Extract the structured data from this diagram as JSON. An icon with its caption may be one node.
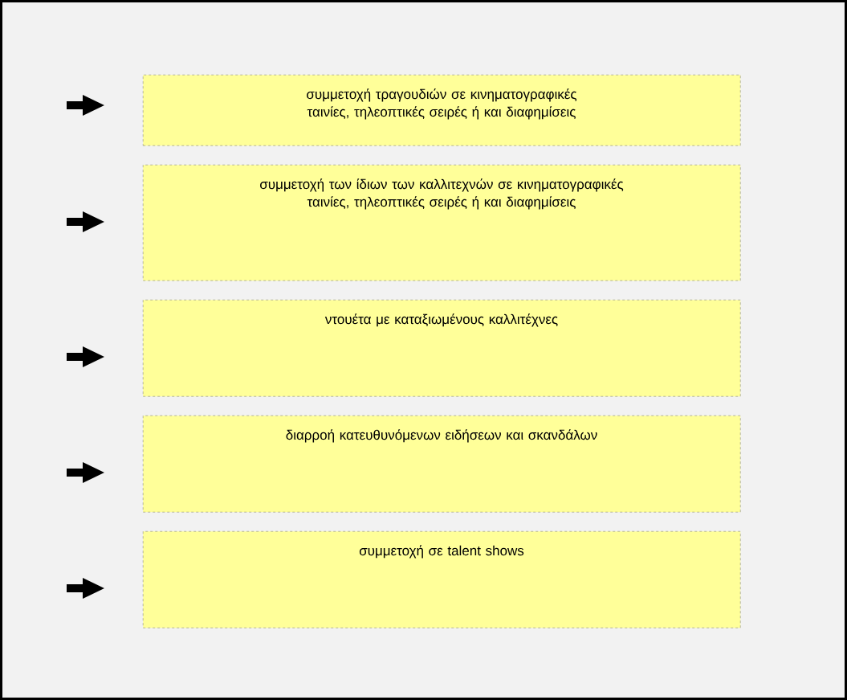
{
  "diagram": {
    "nodes": [
      {
        "text": [
          "συμμετοχή τραγουδιών σε κινηματογραφικές ταινίες, τηλεοπτικές σειρές ή και διαφημίσεις"
        ]
      },
      {
        "text": [
          "συμμετοχή των ίδιων των καλλιτεχνών σε κινηματογραφικές ταινίες, τηλεοπτικές σειρές ή και διαφημίσεις"
        ]
      },
      {
        "text": [
          "ντουέτα με καταξιωμένους καλλιτέχνες"
        ]
      },
      {
        "text": [
          "διαρροή κατευθυνόμενων ειδήσεων και σκανδάλων"
        ]
      },
      {
        "text": [
          "συμμετοχή σε talent shows"
        ]
      }
    ]
  }
}
